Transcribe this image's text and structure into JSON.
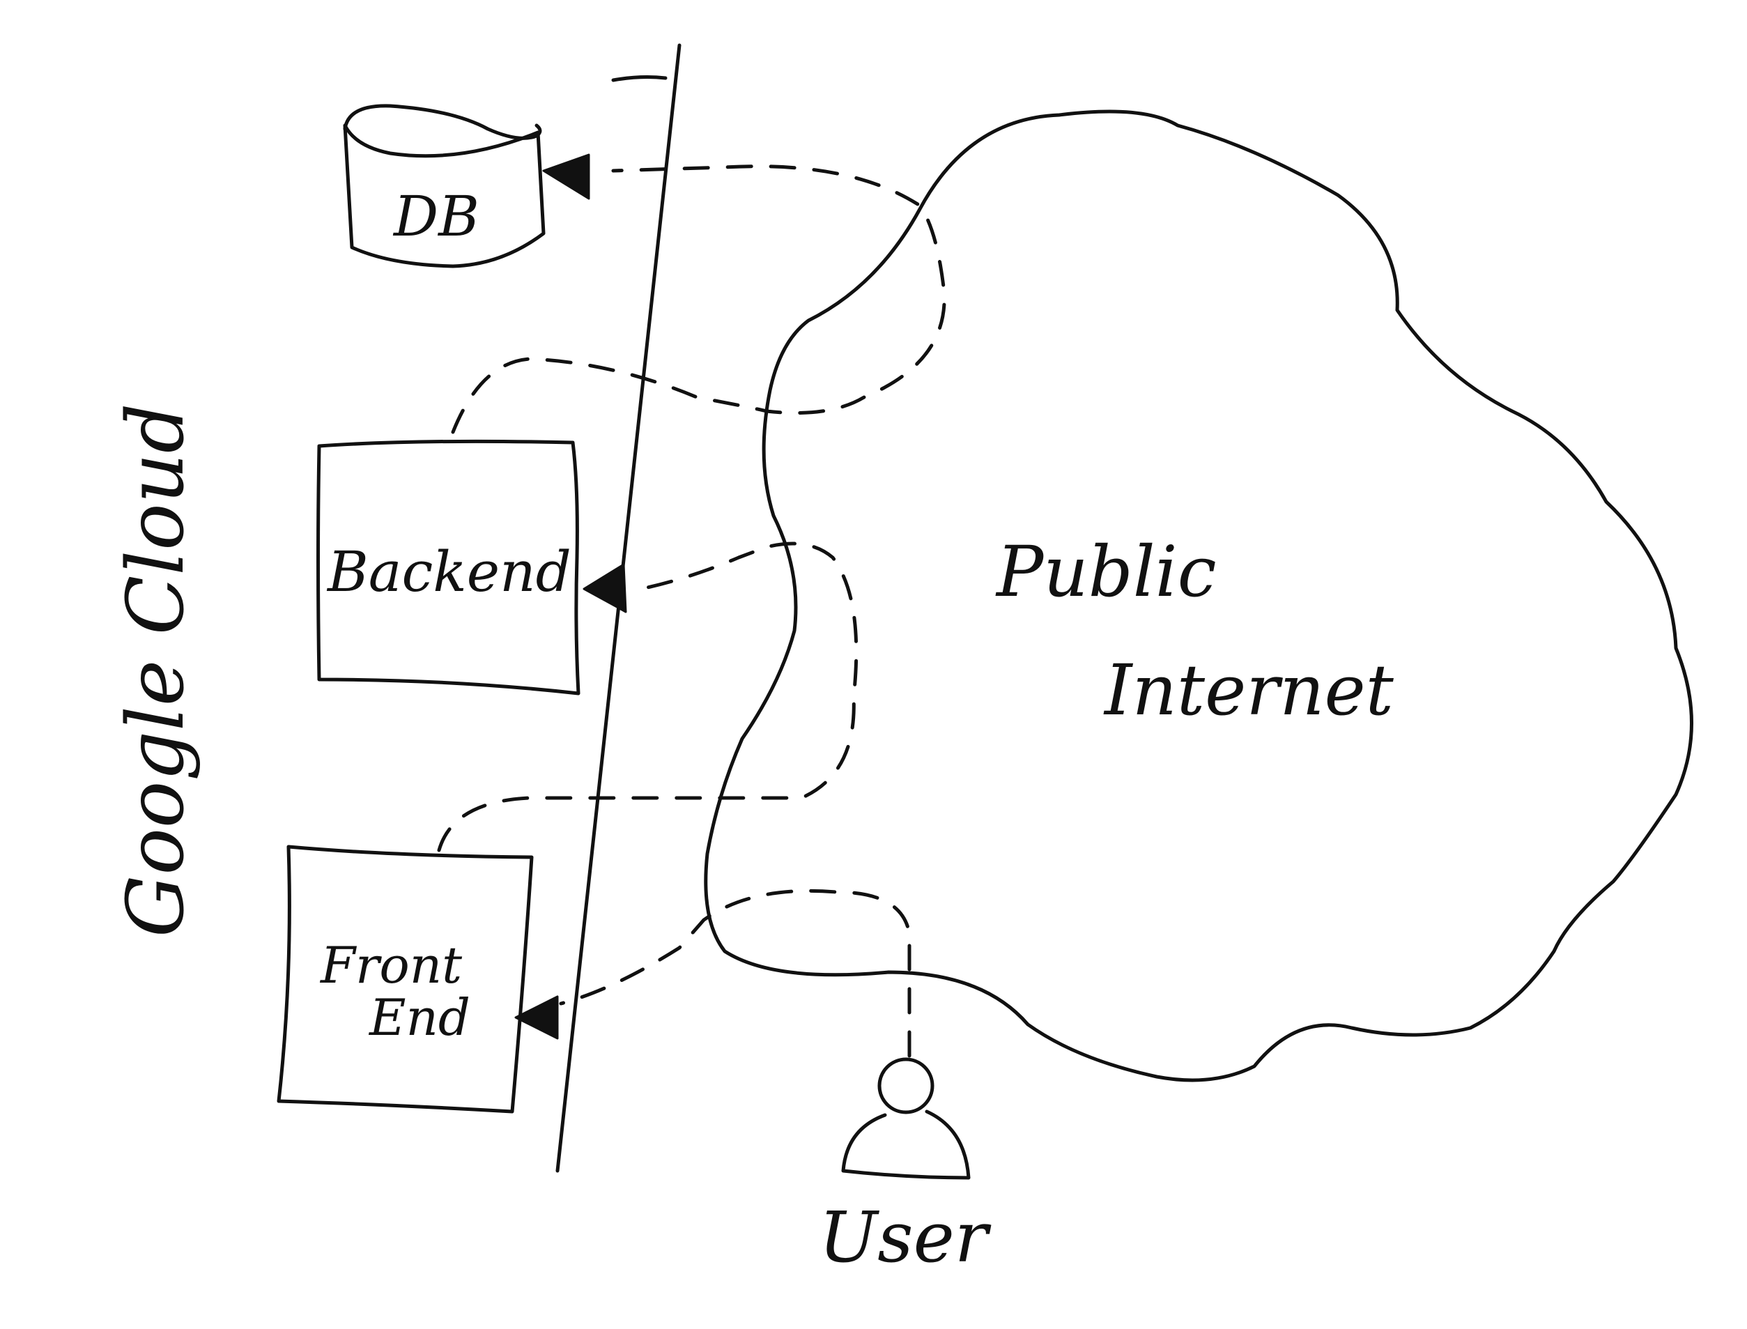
{
  "labels": {
    "db": "DB",
    "backend": "Backend",
    "front_end_line1": "Front",
    "front_end_line2": "End",
    "cloud_line1": "Public",
    "cloud_line2": "Internet",
    "region": "Google Cloud",
    "user": "User"
  },
  "colors": {
    "ink": "#111111",
    "paper": "#ffffff"
  }
}
